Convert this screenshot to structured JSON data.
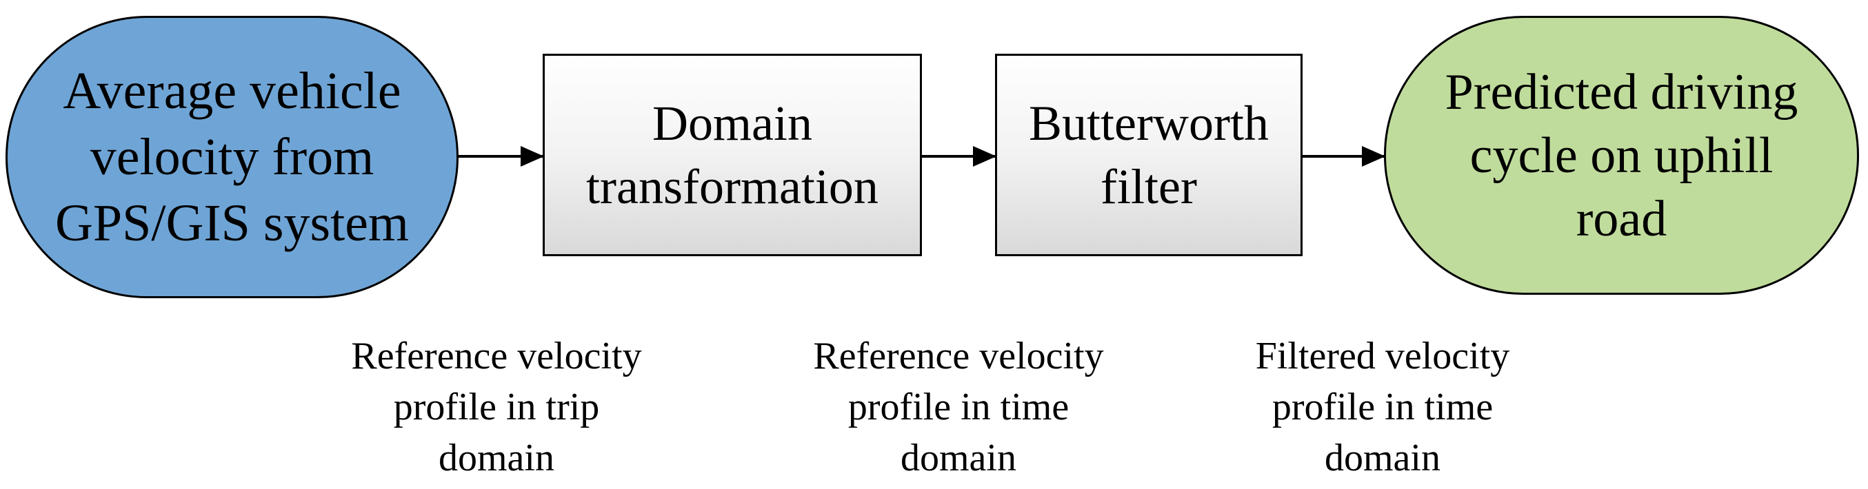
{
  "nodes": {
    "start": {
      "text": "Average vehicle\nvelocity from\nGPS/GIS system",
      "color": "#6fa5d6"
    },
    "domain_transformation": {
      "text": "Domain\ntransformation"
    },
    "butterworth_filter": {
      "text": "Butterworth\nfilter"
    },
    "end": {
      "text": "Predicted driving\ncycle on uphill\nroad",
      "color": "#c0dc9c"
    }
  },
  "edge_labels": {
    "trip_domain": "Reference velocity\nprofile in trip\ndomain",
    "time_domain": "Reference velocity\nprofile in time\ndomain",
    "filtered": "Filtered velocity\nprofile in time\ndomain"
  }
}
